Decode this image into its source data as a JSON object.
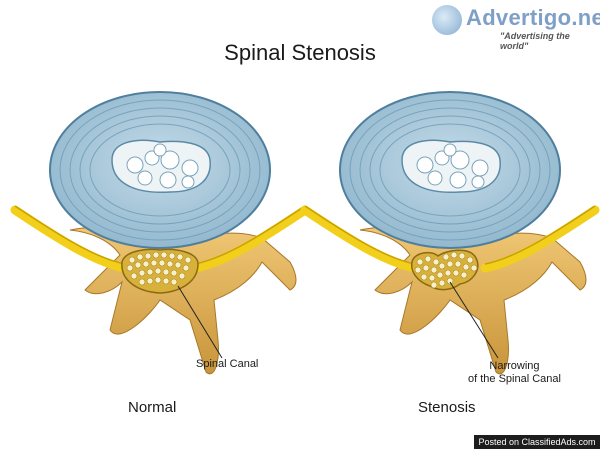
{
  "title": "Spinal Stenosis",
  "panels": [
    {
      "caption": "Normal",
      "label": "Spinal Canal"
    },
    {
      "caption": "Stenosis",
      "label_line1": "Narrowing",
      "label_line2": "of the Spinal Canal"
    }
  ],
  "watermark": {
    "name": "Advertigo.net",
    "tagline": "\"Advertising the world\""
  },
  "footer": "Posted on ClassifiedAds.com",
  "colors": {
    "disc": "#a7c9dc",
    "disc_rings": "#6f9bb6",
    "nucleus": "#e8eef2",
    "bone": "#e6b65a",
    "bone_dark": "#b8862c",
    "nerve": "#f3d21f",
    "canal_dots": "#f4f0c8"
  }
}
